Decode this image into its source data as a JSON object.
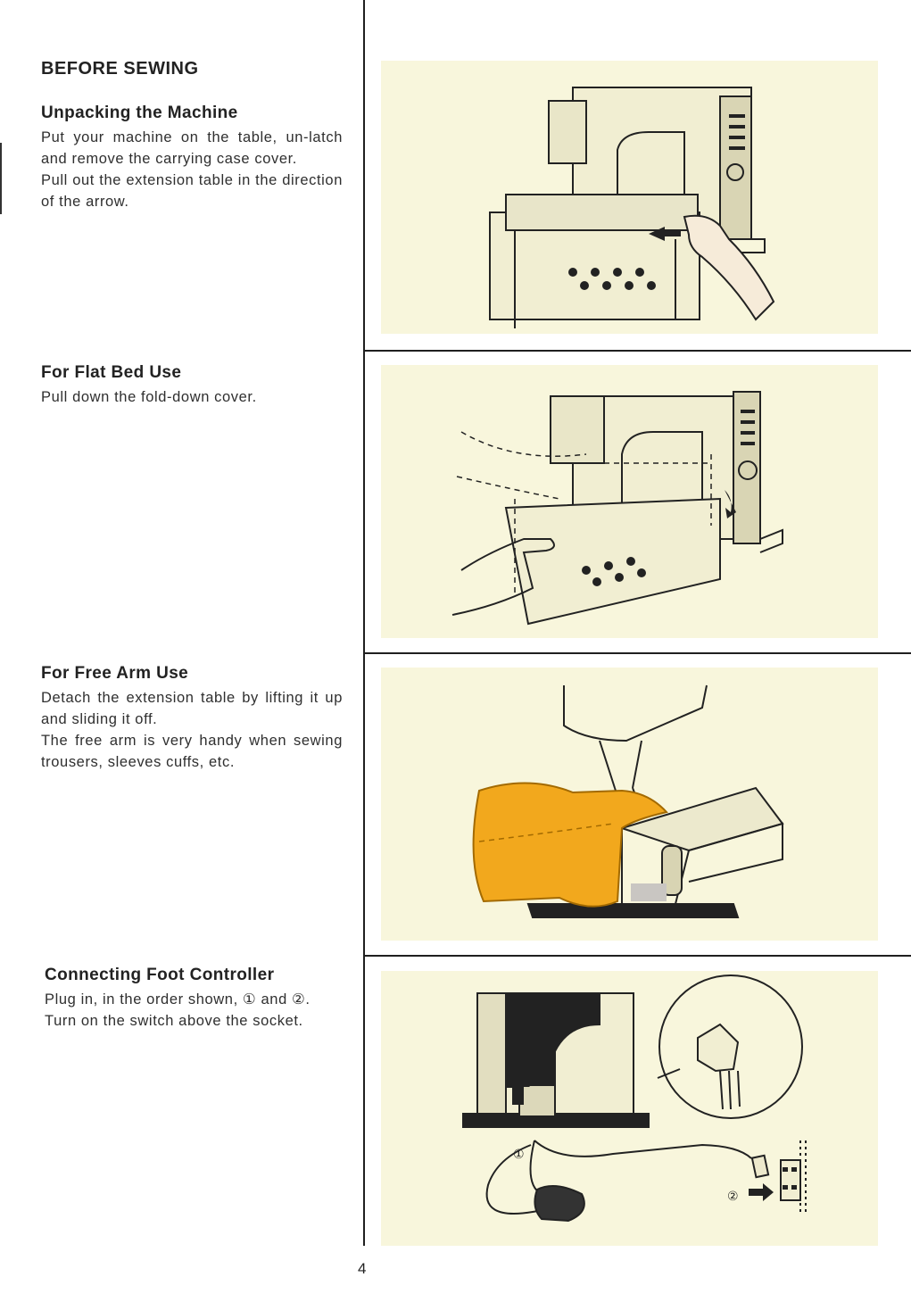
{
  "main_title": "BEFORE SEWING",
  "sections": [
    {
      "title": "Unpacking the Machine",
      "paragraphs": [
        "Put your machine on the table, un-latch and remove the carrying case cover.",
        "Pull out the extension table in the direction of the arrow."
      ]
    },
    {
      "title": "For Flat Bed Use",
      "paragraphs": [
        "Pull down the fold-down cover."
      ]
    },
    {
      "title": "For Free Arm Use",
      "paragraphs": [
        "Detach the extension table by lifting it up and sliding it off.",
        "The free arm is very handy when sewing trousers, sleeves cuffs, etc."
      ]
    },
    {
      "title": "Connecting Foot Controller",
      "paragraphs": [
        "Plug in, in the order shown, ① and ②.",
        "Turn on the switch above the socket."
      ]
    }
  ],
  "figures": {
    "callout_1": "①",
    "callout_2": "②"
  },
  "colors": {
    "illustration_bg": "#f8f6dc",
    "fabric": "#f2a81d",
    "rule": "#1f1f1f"
  },
  "page_number": "4"
}
